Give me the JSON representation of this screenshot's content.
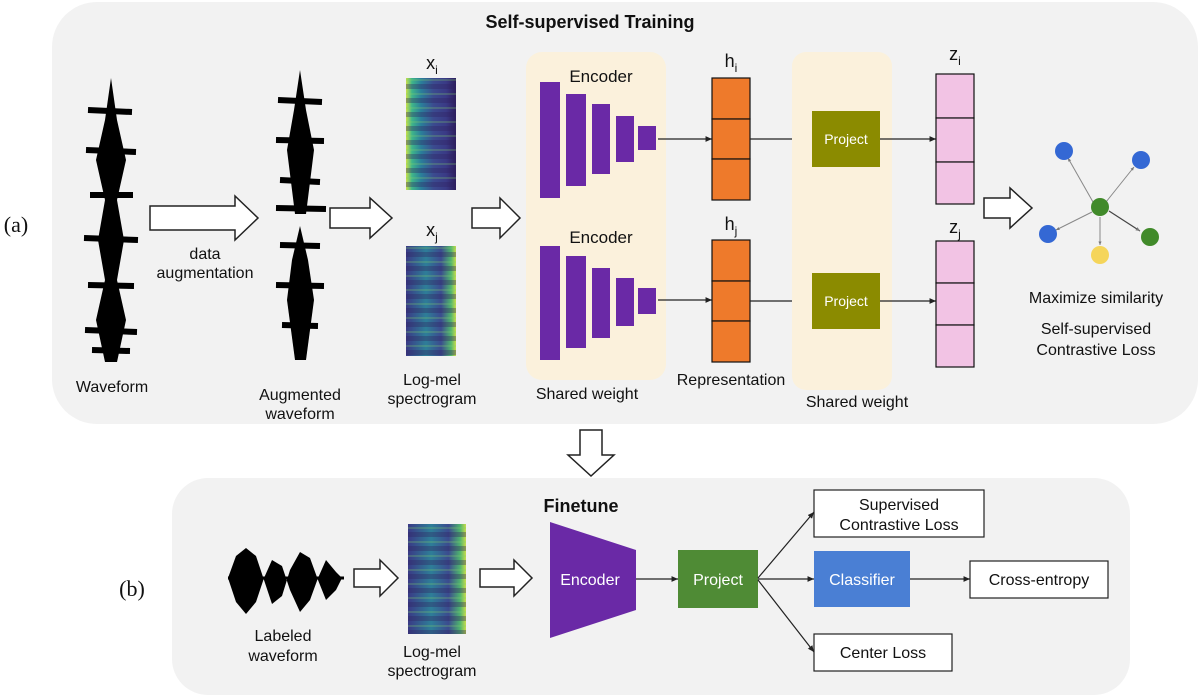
{
  "panel_a": {
    "label": "(a)",
    "title": "Self-supervised Training",
    "waveform_label": "Waveform",
    "augmentation_label_1": "data",
    "augmentation_label_2": "augmentation",
    "augmented_label_1": "Augmented",
    "augmented_label_2": "waveform",
    "spectrogram_label_1": "Log-mel",
    "spectrogram_label_2": "spectrogram",
    "x_i": {
      "base": "x",
      "sub": "i"
    },
    "x_j": {
      "base": "x",
      "sub": "j"
    },
    "encoder_top_label": "Encoder",
    "encoder_bottom_label": "Encoder",
    "shared_weight_left": "Shared weight",
    "h_i": {
      "base": "h",
      "sub": "i"
    },
    "h_j": {
      "base": "h",
      "sub": "j"
    },
    "representation_label": "Representation",
    "project_top_label": "Project",
    "project_bottom_label": "Project",
    "shared_weight_right": "Shared weight",
    "z_i": {
      "base": "z",
      "sub": "i"
    },
    "z_j": {
      "base": "z",
      "sub": "j"
    },
    "maximize_label": "Maximize similarity",
    "loss_label_1": "Self-supervised",
    "loss_label_2": "Contrastive Loss"
  },
  "panel_b": {
    "label": "(b)",
    "title": "Finetune",
    "waveform_label_1": "Labeled",
    "waveform_label_2": "waveform",
    "spectrogram_label_1": "Log-mel",
    "spectrogram_label_2": "spectrogram",
    "encoder_label": "Encoder",
    "project_label": "Project",
    "classifier_label": "Classifier",
    "supervised_loss_1": "Supervised",
    "supervised_loss_2": "Contrastive Loss",
    "cross_entropy_label": "Cross-entropy",
    "center_loss_label": "Center Loss"
  },
  "colors": {
    "panel_bg": "#f2f2f2",
    "shared_weight_bg": "#fbf1dc",
    "encoder": "#6a29a6",
    "representation": "#ee7a2b",
    "project_a": "#8b8b00",
    "embedding": "#f2c3e4",
    "project_b": "#4f8b35",
    "classifier": "#4a7fd4",
    "dot_blue": "#3468d4",
    "dot_green": "#418a2a",
    "dot_yellow": "#f5d55a"
  }
}
